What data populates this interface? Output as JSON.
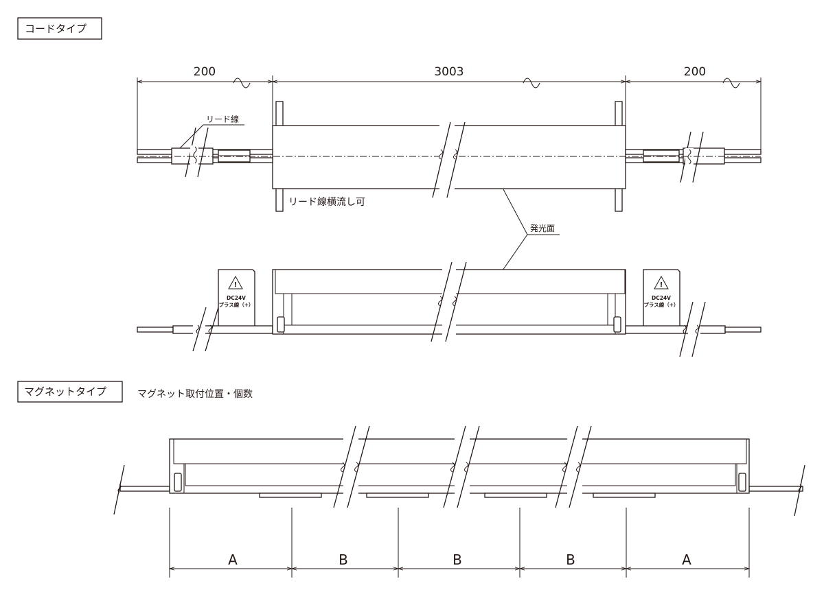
{
  "cord_type": {
    "label": "コードタイプ",
    "dimensions": {
      "left": "200",
      "center": "3003",
      "right": "200"
    },
    "lead_wire_label": "リード線",
    "lead_wire_note": "リード線横流し可",
    "light_surface_label": "発光面",
    "warning_line1": "DC24V",
    "warning_line2": "プラス線（+）"
  },
  "magnet_type": {
    "label": "マグネットタイプ",
    "note": "マグネット取付位置・個数",
    "segments": [
      "A",
      "B",
      "B",
      "B",
      "A"
    ]
  },
  "colors": {
    "line": "#231815",
    "background": "#ffffff"
  }
}
